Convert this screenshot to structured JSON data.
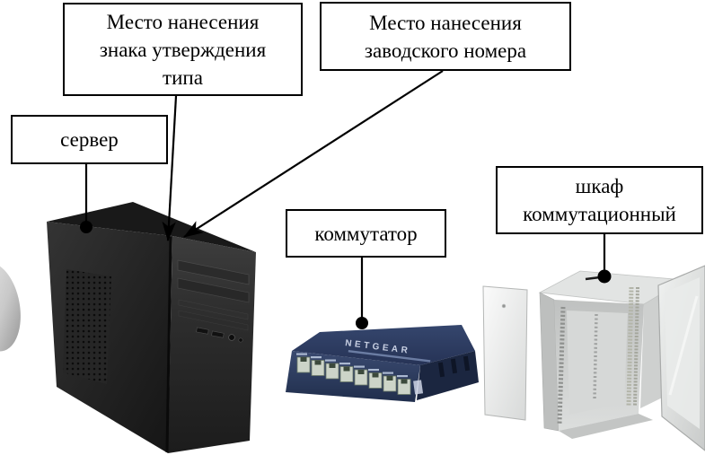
{
  "callouts": {
    "approval_mark": {
      "line1": "Место нанесения",
      "line2": "знака утверждения",
      "line3": "типа"
    },
    "serial_number": {
      "line1": "Место нанесения",
      "line2": "заводского номера"
    },
    "server": {
      "label": "сервер"
    },
    "switch": {
      "label": "коммутатор"
    },
    "cabinet": {
      "line1": "шкаф",
      "line2": "коммутационный"
    }
  },
  "devices": {
    "switch": {
      "brand": "NETGEAR"
    }
  },
  "colors": {
    "background": "#ffffff",
    "callout_border": "#000000",
    "callout_background": "#ffffff",
    "leader_line": "#000000",
    "server_body": "#1f1f1f",
    "switch_body": "#2b3a58",
    "switch_ports": "#ccd4c8",
    "cabinet_body": "#d8dad9"
  }
}
